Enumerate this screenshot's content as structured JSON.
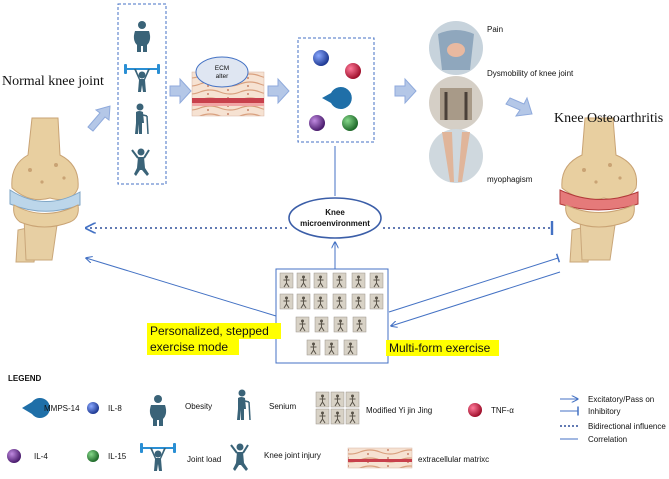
{
  "labels": {
    "normal_knee": "Normal knee joint",
    "knee_oa": "Knee Osteoarthritis",
    "ecm_badge_line1": "ECM",
    "ecm_badge_line2": "alter",
    "microenv_line1": "Knee",
    "microenv_line2": "microenvironment",
    "pain": "Pain",
    "dysmobility": "Dysmobility of knee joint",
    "myophagism": "myophagism",
    "personalized_line1": "Personalized, stepped",
    "personalized_line2": "exercise mode",
    "multiform": "Multi-form exercise"
  },
  "legend": {
    "title": "LEGEND",
    "mmps14": "MMPS-14",
    "il8": "IL-8",
    "obesity": "Obesity",
    "senium": "Senium",
    "yijinjing": "Modified Yi jin Jing",
    "tnfa": "TNF-α",
    "il4": "IL-4",
    "il15": "IL-15",
    "joint_load": "Joint load",
    "knee_injury": "Knee joint injury",
    "ecm": "extracellular matrixc",
    "excitatory": "Excitatory/Pass on",
    "inhibitory": "Inhibitory",
    "bidirectional": "Bidirectional influence",
    "correlation": "Correlation"
  },
  "colors": {
    "accent": "#4472c4",
    "arrow_fill": "#b4c7e7",
    "figure": "#3a6378",
    "highlight": "#ffff00",
    "il8": "#1f3a93",
    "tnfa": "#c0143c",
    "il4": "#6a2c8e",
    "il15": "#2e8b3c",
    "mmps14": "#1f6fa8"
  }
}
